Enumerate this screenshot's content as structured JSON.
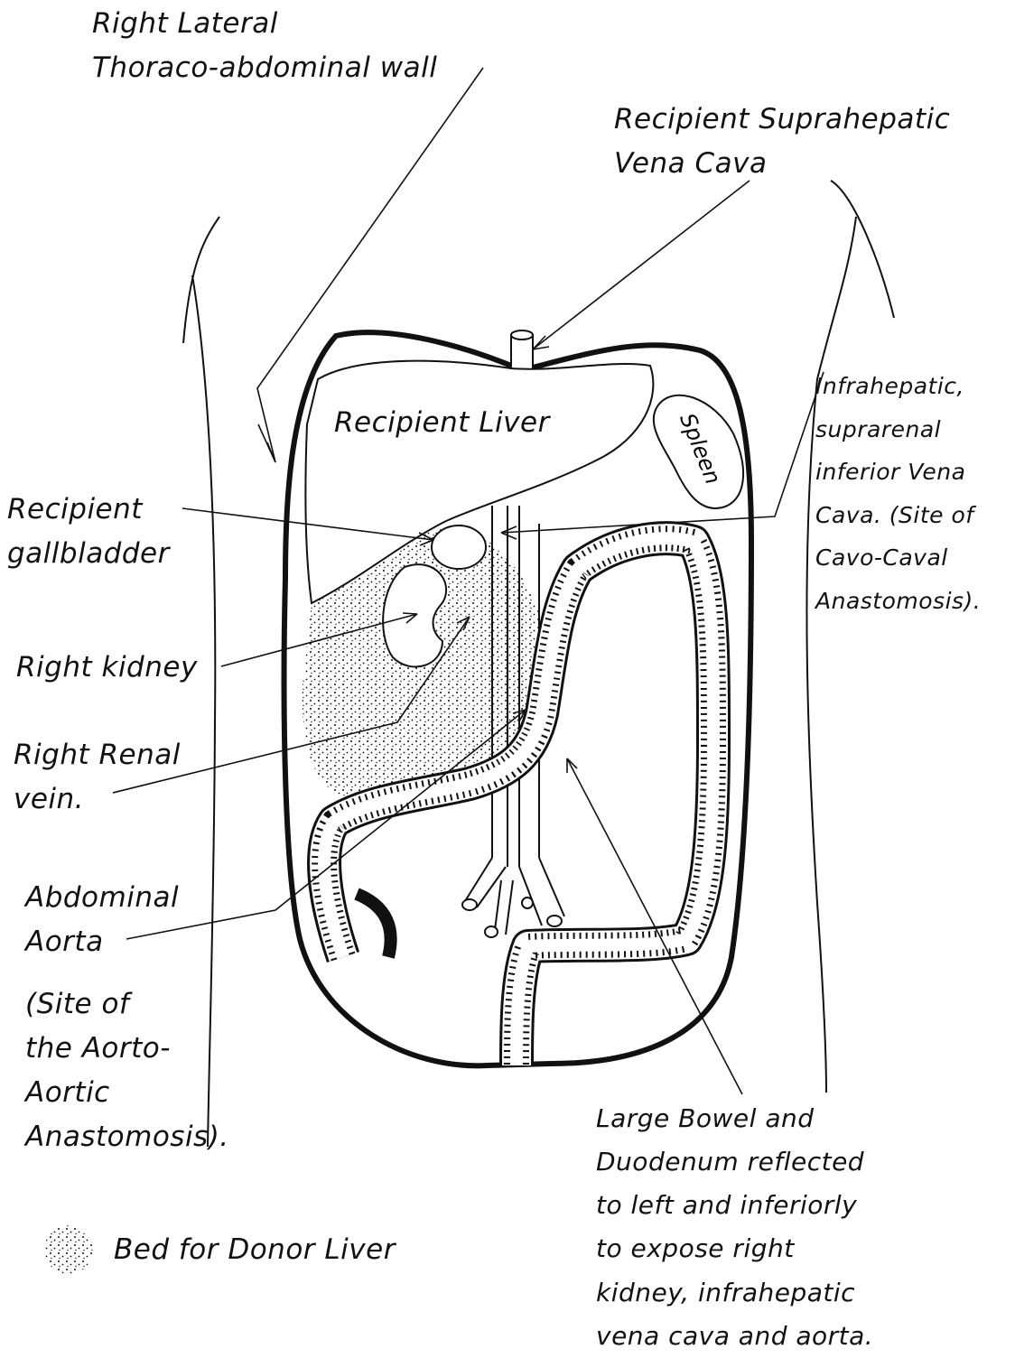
{
  "labels": {
    "thoraco_wall": [
      "Right Lateral",
      "Thoraco-abdominal wall"
    ],
    "suprahepatic_vc": [
      "Recipient Suprahepatic",
      "Vena Cava"
    ],
    "liver": "Recipient Liver",
    "spleen": "Spleen",
    "infrahepatic_ivc": [
      "Infrahepatic,",
      "suprarenal",
      "inferior Vena",
      "Cava. (Site of",
      "Cavo-Caval",
      "Anastomosis)."
    ],
    "gallbladder": [
      "Recipient",
      "gallbladder"
    ],
    "right_kidney": "Right kidney",
    "right_renal_vein": [
      "Right Renal",
      "vein."
    ],
    "abdominal_aorta": [
      "Abdominal",
      "Aorta"
    ],
    "aorto_aortic_note": [
      "(Site of",
      "the Aorto-",
      "Aortic",
      "Anastomosis)."
    ],
    "bowel_note": [
      "Large Bowel and",
      "Duodenum reflected",
      "to left and inferiorly",
      "to expose right",
      "kidney, infrahepatic",
      "vena cava and aorta."
    ]
  },
  "legend": {
    "symbol": "stippled-dots",
    "text": "Bed for Donor Liver"
  },
  "colors": {
    "ink": "#111111",
    "paper": "#ffffff"
  }
}
